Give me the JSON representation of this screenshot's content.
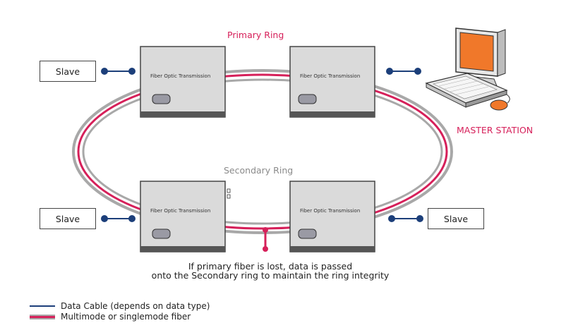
{
  "labels": {
    "primary_ring": "Primary Ring",
    "secondary_ring": "Secondary Ring",
    "master_station": "MASTER STATION",
    "note_line1": "If primary fiber is lost, data is passed",
    "note_line2": "onto the Secondary ring to maintain the ring integrity"
  },
  "units": [
    {
      "label": "Fiber Optic Transmission"
    },
    {
      "label": "Fiber Optic Transmission"
    },
    {
      "label": "Fiber Optic Transmission"
    },
    {
      "label": "Fiber Optic Transmission"
    }
  ],
  "slaves": [
    {
      "label": "Slave"
    },
    {
      "label": "Slave"
    },
    {
      "label": "Slave"
    }
  ],
  "legend": [
    {
      "label": "Data Cable (depends on data type)",
      "color": "#1c3f7a"
    },
    {
      "label": "Multimode or singlemode fiber",
      "color": "#d6205a"
    }
  ],
  "colors": {
    "primary_fiber": "#d6205a",
    "secondary_fiber": "#9a9a9a",
    "data_cable": "#1c3f7a",
    "monitor_screen": "#f0782a"
  }
}
